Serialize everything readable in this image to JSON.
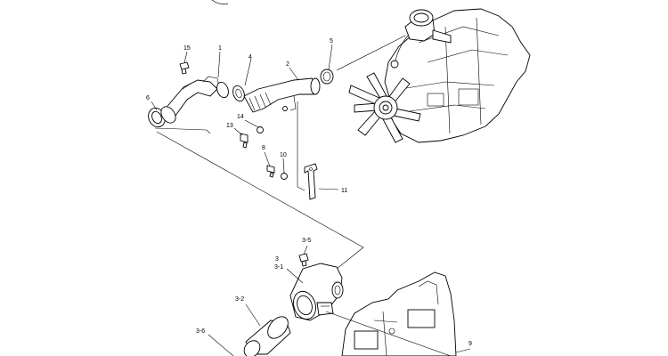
{
  "diagram": {
    "callouts": [
      {
        "id": "c15",
        "text": "15"
      },
      {
        "id": "c1",
        "text": "1"
      },
      {
        "id": "c4",
        "text": "4"
      },
      {
        "id": "c2",
        "text": "2"
      },
      {
        "id": "c5",
        "text": "5"
      },
      {
        "id": "c6",
        "text": "6"
      },
      {
        "id": "c14",
        "text": "14"
      },
      {
        "id": "c13",
        "text": "13"
      },
      {
        "id": "c8",
        "text": "8"
      },
      {
        "id": "c10",
        "text": "10"
      },
      {
        "id": "c11",
        "text": "11"
      },
      {
        "id": "c3-5",
        "text": "3-5"
      },
      {
        "id": "c3",
        "text": "3"
      },
      {
        "id": "c3-1",
        "text": "3-1"
      },
      {
        "id": "c3-2",
        "text": "3-2"
      },
      {
        "id": "c3-6",
        "text": "3-6"
      },
      {
        "id": "c9",
        "text": "9"
      }
    ]
  }
}
